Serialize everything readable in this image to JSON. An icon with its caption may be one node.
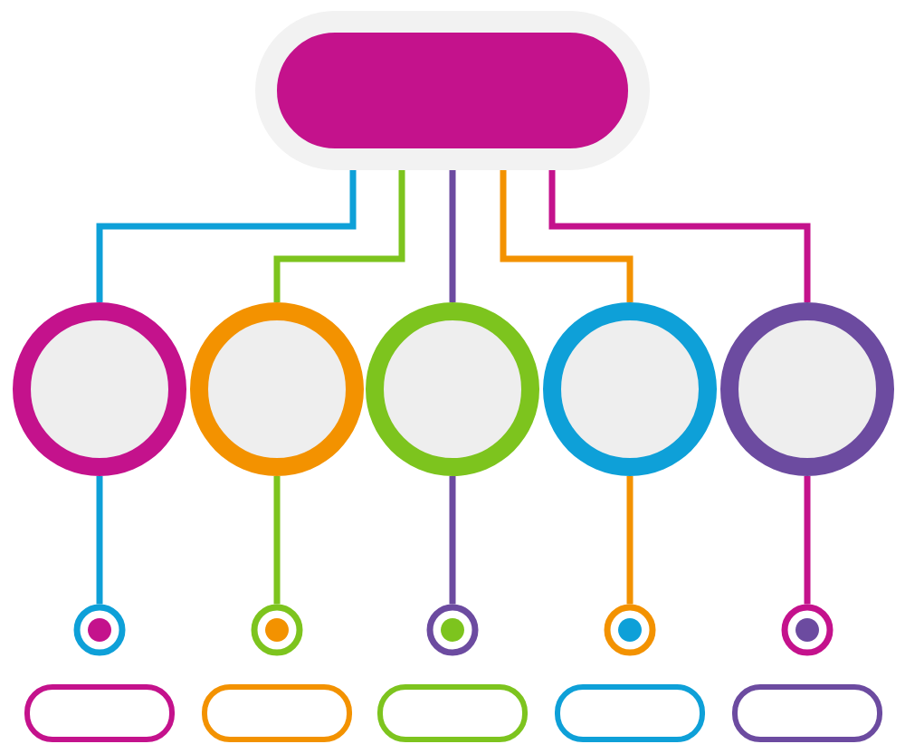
{
  "diagram": {
    "nodes": [
      {
        "text": [],
        "shape": "box"
      },
      {
        "text": [],
        "shape": "circle"
      },
      {
        "text": [],
        "shape": "circle"
      },
      {
        "text": [],
        "shape": "circle"
      },
      {
        "text": [],
        "shape": "circle"
      },
      {
        "text": [],
        "shape": "circle"
      },
      {
        "text": [],
        "shape": "circle"
      },
      {
        "text": [],
        "shape": "circle"
      },
      {
        "text": [],
        "shape": "circle"
      },
      {
        "text": [],
        "shape": "circle"
      },
      {
        "text": [],
        "shape": "circle"
      },
      {
        "text": [],
        "shape": "box"
      },
      {
        "text": [],
        "shape": "box"
      },
      {
        "text": [],
        "shape": "box"
      },
      {
        "text": [],
        "shape": "box"
      },
      {
        "text": [],
        "shape": "box"
      }
    ],
    "edges": [
      {
        "from": 0,
        "to": 1,
        "arrow": "none",
        "color": "#0ea0d8"
      },
      {
        "from": 0,
        "to": 2,
        "arrow": "none",
        "color": "#7dc41e"
      },
      {
        "from": 0,
        "to": 3,
        "arrow": "none",
        "color": "#6c4ba0"
      },
      {
        "from": 0,
        "to": 4,
        "arrow": "none",
        "color": "#f39200"
      },
      {
        "from": 0,
        "to": 5,
        "arrow": "none",
        "color": "#c4128c"
      },
      {
        "from": 1,
        "to": 6,
        "arrow": "none",
        "color": "#0ea0d8"
      },
      {
        "from": 2,
        "to": 7,
        "arrow": "none",
        "color": "#7dc41e"
      },
      {
        "from": 3,
        "to": 8,
        "arrow": "none",
        "color": "#6c4ba0"
      },
      {
        "from": 4,
        "to": 9,
        "arrow": "none",
        "color": "#f39200"
      },
      {
        "from": 5,
        "to": 10,
        "arrow": "none",
        "color": "#c4128c"
      }
    ]
  }
}
